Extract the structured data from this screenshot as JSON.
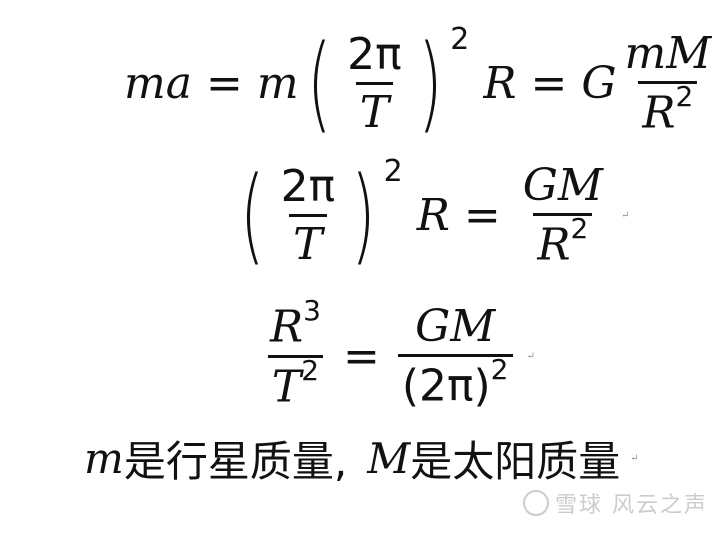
{
  "equations": {
    "eq1": {
      "lhs": "ma",
      "m": "m",
      "two_pi": "2π",
      "T": "T",
      "exp": "2",
      "R": "R",
      "G": "G",
      "num": "mM",
      "den_base": "R",
      "den_exp": "2",
      "eq": "="
    },
    "eq2": {
      "two_pi": "2π",
      "T": "T",
      "exp": "2",
      "R": "R",
      "num": "GM",
      "den_base": "R",
      "den_exp": "2",
      "eq": "="
    },
    "eq3": {
      "lnum_base": "R",
      "lnum_exp": "3",
      "lden_base": "T",
      "lden_exp": "2",
      "num": "GM",
      "den_base": "(2π)",
      "den_exp": "2",
      "eq": "="
    }
  },
  "note": {
    "m": "m",
    "m_text": "是行星质量,",
    "M": "M",
    "M_text": "是太阳质量"
  },
  "watermark": "雪球 风云之声"
}
